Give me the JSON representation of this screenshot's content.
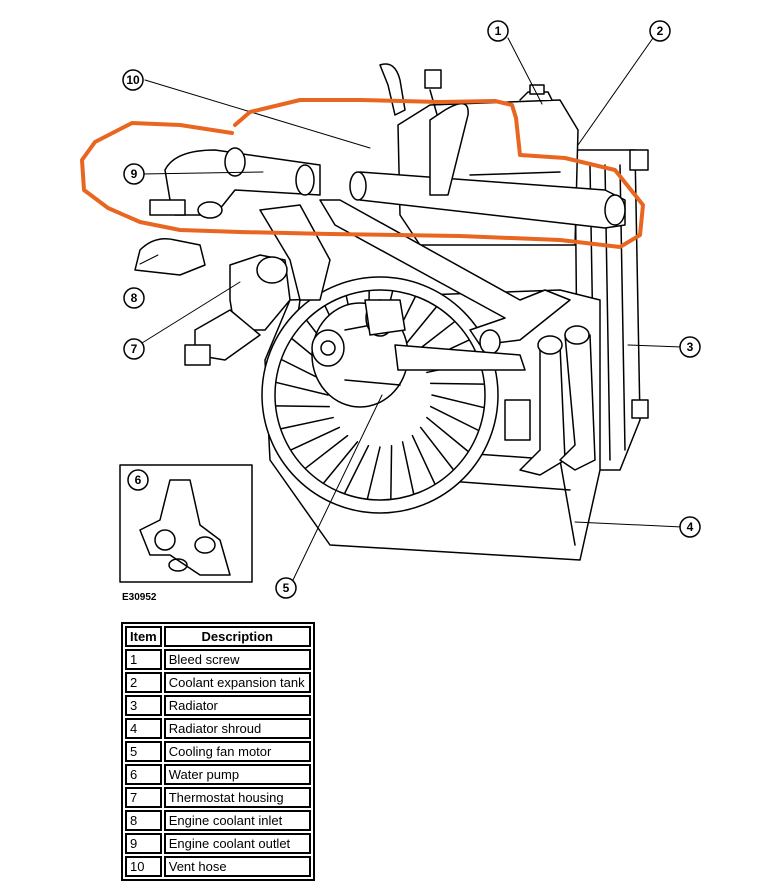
{
  "figure_id": "E30952",
  "callouts": [
    "1",
    "2",
    "3",
    "4",
    "5",
    "6",
    "7",
    "8",
    "9",
    "10"
  ],
  "highlight_color": "#e8661f",
  "legend": {
    "headers": [
      "Item",
      "Description"
    ],
    "rows": [
      {
        "item": "1",
        "description": "Bleed screw"
      },
      {
        "item": "2",
        "description": "Coolant expansion tank"
      },
      {
        "item": "3",
        "description": "Radiator"
      },
      {
        "item": "4",
        "description": "Radiator shroud"
      },
      {
        "item": "5",
        "description": "Cooling fan motor"
      },
      {
        "item": "6",
        "description": "Water pump"
      },
      {
        "item": "7",
        "description": "Thermostat housing"
      },
      {
        "item": "8",
        "description": "Engine coolant inlet"
      },
      {
        "item": "9",
        "description": "Engine coolant outlet"
      },
      {
        "item": "10",
        "description": "Vent hose"
      }
    ]
  }
}
